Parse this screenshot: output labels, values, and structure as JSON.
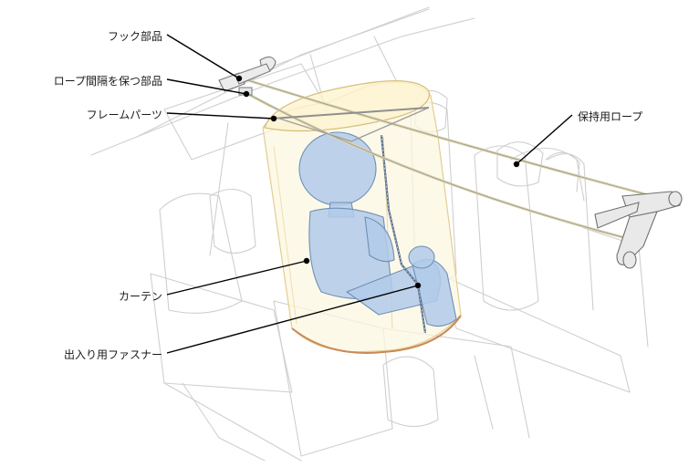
{
  "labels": {
    "hook": "フック部品",
    "spacer": "ロープ間隔を保つ部品",
    "frame": "フレームパーツ",
    "rope": "保持用ロープ",
    "curtain": "カーテン",
    "fastener": "出入り用ファスナー"
  },
  "colors": {
    "sketch": "#c9c9c9",
    "curtain_fill": "#fbf6dc",
    "curtain_edge": "#e2c98a",
    "figure": "#a9c6e8",
    "figure_edge": "#6f8fb6",
    "leader": "#000000"
  }
}
